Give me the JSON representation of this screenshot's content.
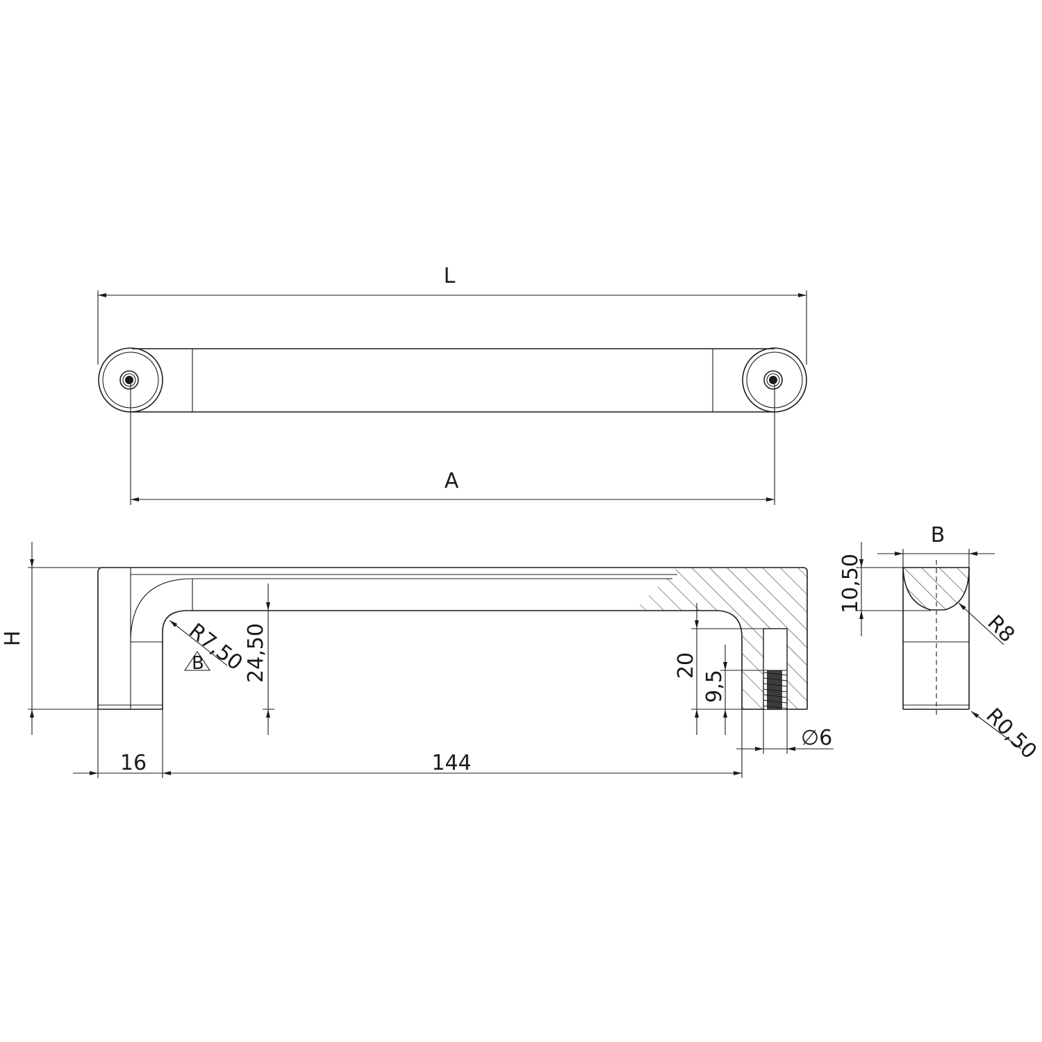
{
  "drawing": {
    "top_view": {
      "overall_length_label": "L",
      "hole_spacing_label": "A"
    },
    "side_view": {
      "height_label": "H",
      "foot_width": "16",
      "span_length": "144",
      "inner_radius": "R7,50",
      "section_marker": "B",
      "inner_height": "24,50",
      "foot_height": "20",
      "thread_height": "9,5",
      "thread_diameter": "∅6"
    },
    "section_view": {
      "width_label": "B",
      "top_thickness": "10,50",
      "top_radius": "R8",
      "edge_radius": "R0,50"
    }
  }
}
